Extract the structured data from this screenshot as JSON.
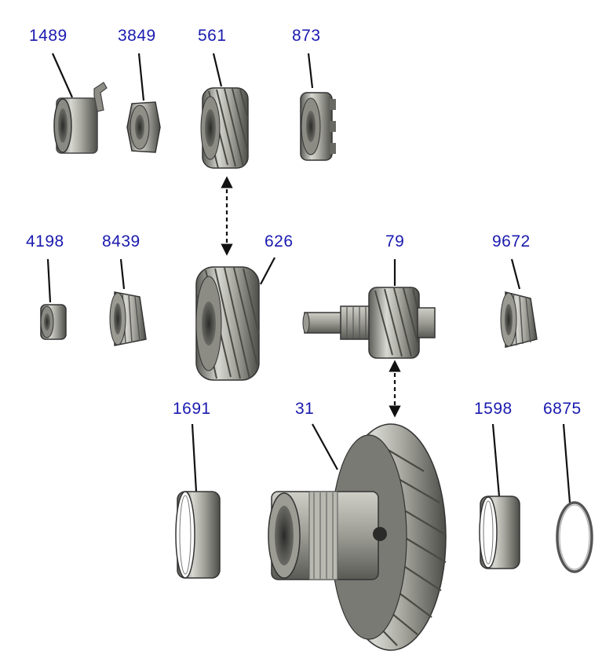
{
  "diagram": {
    "label_color": "#1a1ab0",
    "parts": [
      {
        "id": "p1489",
        "number": "1489",
        "icon": "needle-bearing-with-key"
      },
      {
        "id": "p3849",
        "number": "3849",
        "icon": "hex-nut"
      },
      {
        "id": "p561",
        "number": "561",
        "icon": "helical-gear"
      },
      {
        "id": "p873",
        "number": "873",
        "icon": "castellated-nut-gear"
      },
      {
        "id": "p4198",
        "number": "4198",
        "icon": "small-hex-nut"
      },
      {
        "id": "p8439",
        "number": "8439",
        "icon": "tapered-roller-bearing"
      },
      {
        "id": "p626",
        "number": "626",
        "icon": "large-helical-gear"
      },
      {
        "id": "p79",
        "number": "79",
        "icon": "pinion-shaft"
      },
      {
        "id": "p9672",
        "number": "9672",
        "icon": "tapered-roller-bearing"
      },
      {
        "id": "p1691",
        "number": "1691",
        "icon": "bearing-race"
      },
      {
        "id": "p31",
        "number": "31",
        "icon": "differential-ring-gear"
      },
      {
        "id": "p1598",
        "number": "1598",
        "icon": "bearing-race"
      },
      {
        "id": "p6875",
        "number": "6875",
        "icon": "snap-ring"
      }
    ],
    "mesh_arrows": [
      {
        "from": "561",
        "to": "626"
      },
      {
        "from": "79",
        "to": "31"
      }
    ]
  }
}
